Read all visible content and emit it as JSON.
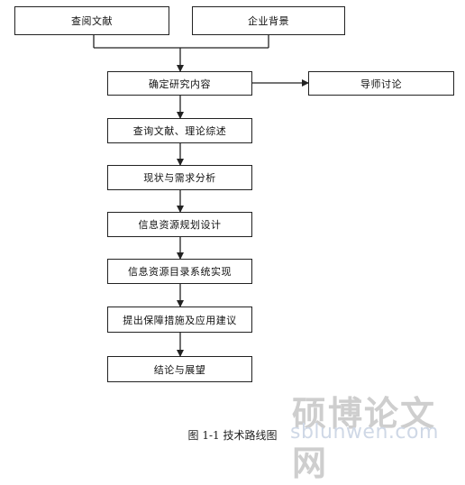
{
  "nodes": {
    "chaoyue": "查阅文献",
    "qiye": "企业背景",
    "queding": "确定研究内容",
    "daoshi": "导师讨论",
    "zongshu": "查询文献、理论综述",
    "xianzhuang": "现状与需求分析",
    "guihua": "信息资源规划设计",
    "shixian": "信息资源目录系统实现",
    "baozhang": "提出保障措施及应用建议",
    "jielun": "结论与展望"
  },
  "caption": "图 1-1  技术路线图",
  "watermark": {
    "chinese": "硕博论文网",
    "url": "sblunwen.com"
  }
}
